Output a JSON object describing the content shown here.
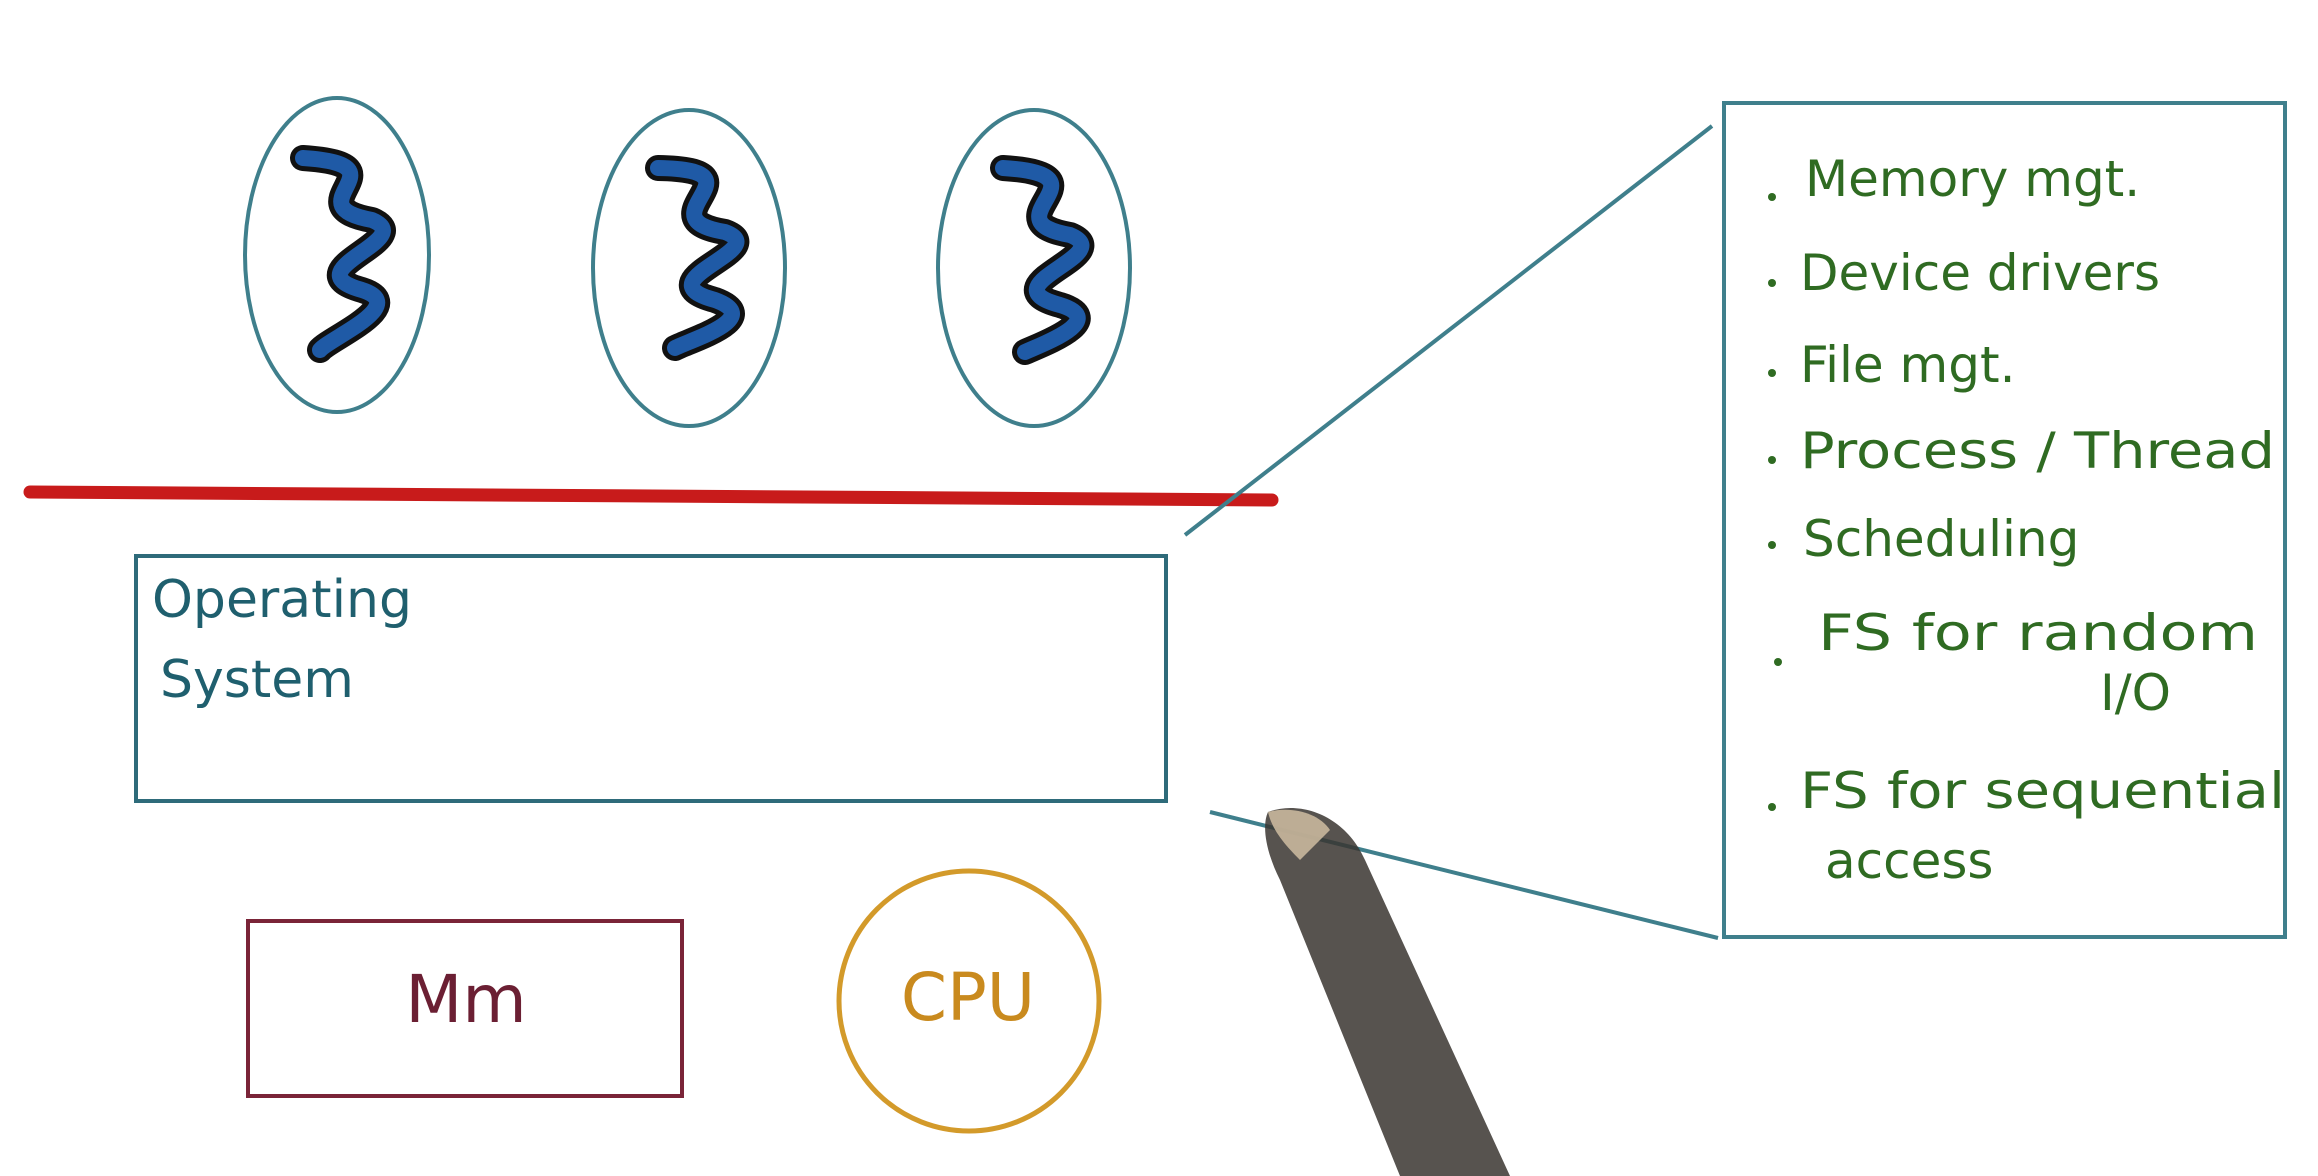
{
  "diagram": {
    "os_box": {
      "label_line1": "Operating",
      "label_line2": "System"
    },
    "memory_box": {
      "label": "Mm"
    },
    "cpu": {
      "label": "CPU"
    },
    "services_list": {
      "items": [
        "Memory mgt.",
        "Device drivers",
        "File mgt.",
        "Process / Thread",
        "Scheduling",
        "FS for random",
        "I/O",
        "FS for sequential",
        "access"
      ]
    },
    "threads": [
      {
        "icon": "thread-squiggle-icon"
      },
      {
        "icon": "thread-squiggle-icon"
      },
      {
        "icon": "thread-squiggle-icon"
      }
    ],
    "colors": {
      "os_box": "#2e6b7a",
      "callout": "#3f7f8c",
      "boundary_line": "#c81b1b",
      "memory_box": "#7a2438",
      "cpu": "#d39a2a",
      "list_text": "#2f6b22",
      "thread_fill": "#1f5aa6"
    }
  }
}
